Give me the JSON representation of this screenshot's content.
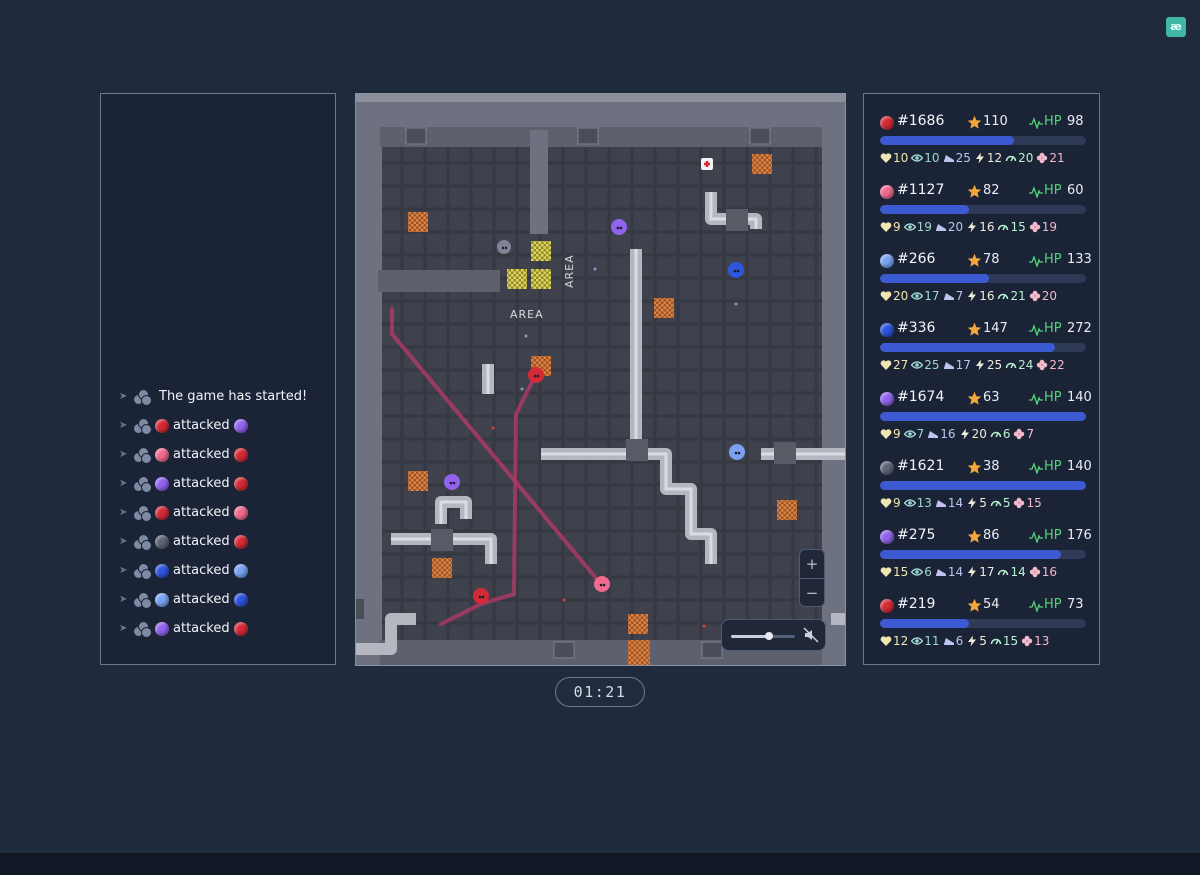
{
  "app": {
    "logo_text": "æ",
    "timer": "01:21"
  },
  "colors": {
    "red": "#d42a36",
    "pink": "#ee6b8e",
    "lightblue": "#79a3f2",
    "blue": "#2d55dd",
    "violet": "#9263ee",
    "gray": "#5e6475",
    "hp_green": "#54d47a",
    "bar_fill": "#3c5bd3",
    "star": "#f3a73b"
  },
  "log": {
    "items": [
      {
        "text": "The game has started!",
        "actor": null,
        "target": null
      },
      {
        "text": "attacked",
        "actor": "red",
        "target": "violet"
      },
      {
        "text": "attacked",
        "actor": "pink",
        "target": "red"
      },
      {
        "text": "attacked",
        "actor": "violet",
        "target": "red"
      },
      {
        "text": "attacked",
        "actor": "red",
        "target": "pink"
      },
      {
        "text": "attacked",
        "actor": "gray",
        "target": "red"
      },
      {
        "text": "attacked",
        "actor": "blue",
        "target": "lightblue"
      },
      {
        "text": "attacked",
        "actor": "lightblue",
        "target": "blue"
      },
      {
        "text": "attacked",
        "actor": "violet",
        "target": "red"
      }
    ]
  },
  "map": {
    "area_labels": [
      "AREA",
      "AREA"
    ],
    "zoom_in": "+",
    "zoom_out": "−",
    "volume_level": 0.6
  },
  "players": [
    {
      "color": "red",
      "id": "#1686",
      "score": "110",
      "hp_label": "HP",
      "hp": "98",
      "hp_fraction": 0.65,
      "stats": {
        "heart": "10",
        "eye": "10",
        "boot": "25",
        "bolt": "12",
        "gauge": "20",
        "clover": "21"
      }
    },
    {
      "color": "pink",
      "id": "#1127",
      "score": "82",
      "hp_label": "HP",
      "hp": "60",
      "hp_fraction": 0.43,
      "stats": {
        "heart": "9",
        "eye": "19",
        "boot": "20",
        "bolt": "16",
        "gauge": "15",
        "clover": "19"
      }
    },
    {
      "color": "lightblue",
      "id": "#266",
      "score": "78",
      "hp_label": "HP",
      "hp": "133",
      "hp_fraction": 0.53,
      "stats": {
        "heart": "20",
        "eye": "17",
        "boot": "7",
        "bolt": "16",
        "gauge": "21",
        "clover": "20"
      }
    },
    {
      "color": "blue",
      "id": "#336",
      "score": "147",
      "hp_label": "HP",
      "hp": "272",
      "hp_fraction": 0.85,
      "stats": {
        "heart": "27",
        "eye": "25",
        "boot": "17",
        "bolt": "25",
        "gauge": "24",
        "clover": "22"
      }
    },
    {
      "color": "violet",
      "id": "#1674",
      "score": "63",
      "hp_label": "HP",
      "hp": "140",
      "hp_fraction": 1.0,
      "stats": {
        "heart": "9",
        "eye": "7",
        "boot": "16",
        "bolt": "20",
        "gauge": "6",
        "clover": "7"
      }
    },
    {
      "color": "gray",
      "id": "#1621",
      "score": "38",
      "hp_label": "HP",
      "hp": "140",
      "hp_fraction": 1.0,
      "stats": {
        "heart": "9",
        "eye": "13",
        "boot": "14",
        "bolt": "5",
        "gauge": "5",
        "clover": "15"
      }
    },
    {
      "color": "violet",
      "id": "#275",
      "score": "86",
      "hp_label": "HP",
      "hp": "176",
      "hp_fraction": 0.88,
      "stats": {
        "heart": "15",
        "eye": "6",
        "boot": "14",
        "bolt": "17",
        "gauge": "14",
        "clover": "16"
      }
    },
    {
      "color": "red",
      "id": "#219",
      "score": "54",
      "hp_label": "HP",
      "hp": "73",
      "hp_fraction": 0.43,
      "stats": {
        "heart": "12",
        "eye": "11",
        "boot": "6",
        "bolt": "5",
        "gauge": "15",
        "clover": "13"
      }
    }
  ]
}
